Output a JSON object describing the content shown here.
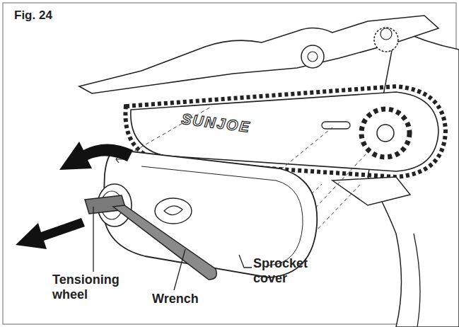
{
  "diagram": {
    "title": "Fig. 24",
    "labels": [
      "SUNJOE",
      "Tensioning wheel",
      "Wrench",
      "Sprocket cover"
    ]
  }
}
